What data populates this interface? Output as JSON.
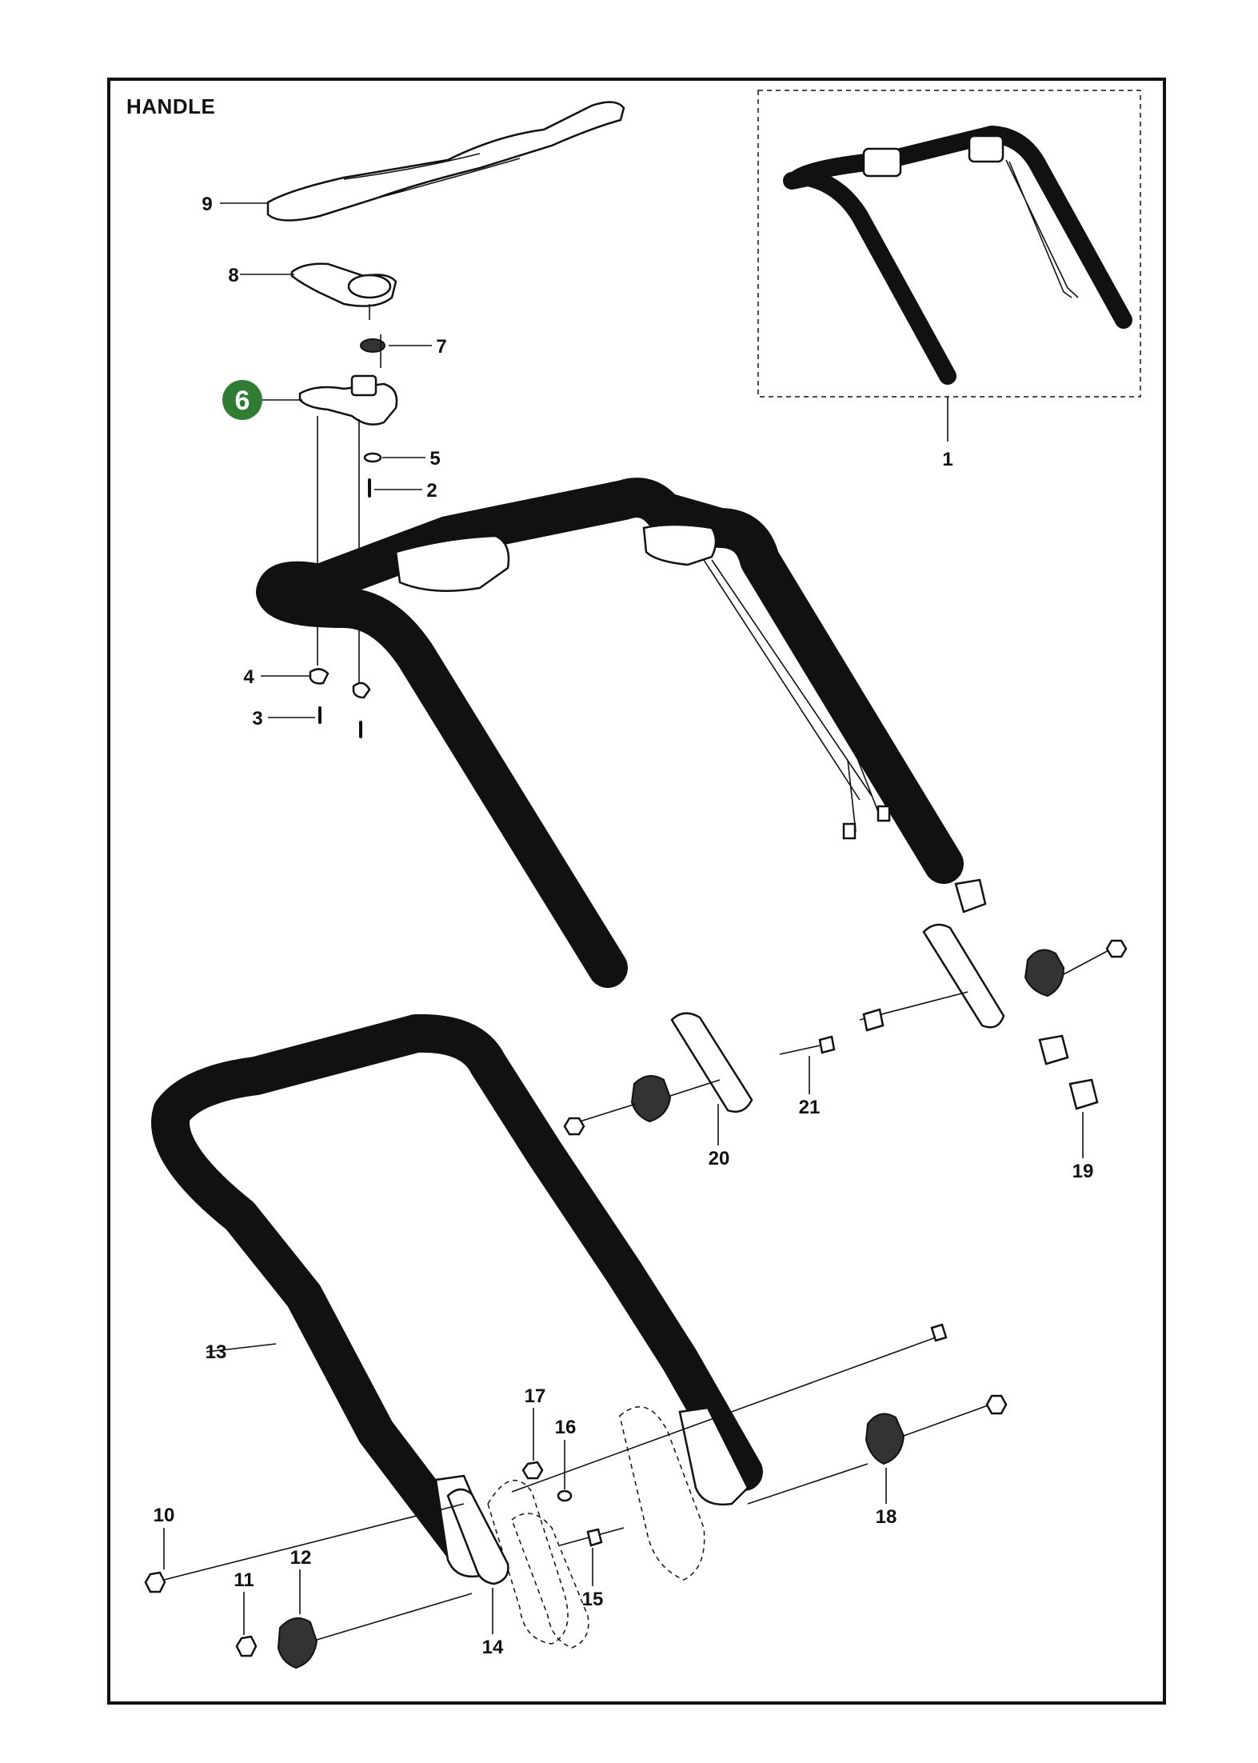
{
  "title": "HANDLE",
  "highlight": {
    "label": "6",
    "color": "#2e7d32"
  },
  "callouts": {
    "p1": "1",
    "p2": "2",
    "p3": "3",
    "p4": "4",
    "p5": "5",
    "p7": "7",
    "p8": "8",
    "p9": "9",
    "p10": "10",
    "p11": "11",
    "p12": "12",
    "p13": "13",
    "p14": "14",
    "p15": "15",
    "p16": "16",
    "p17": "17",
    "p18": "18",
    "p19": "19",
    "p20": "20",
    "p21": "21"
  }
}
